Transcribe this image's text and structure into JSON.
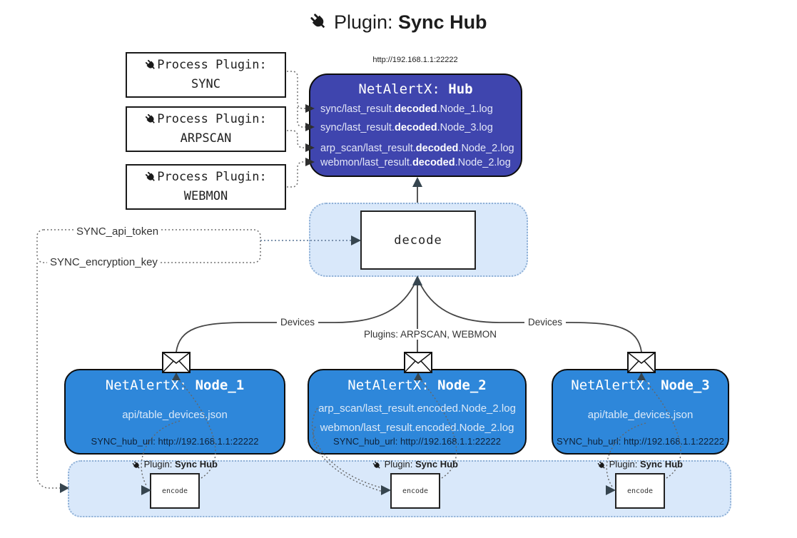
{
  "colors": {
    "hub_fill": "#3f45ae",
    "node_fill": "#2e87da",
    "panel_fill": "#d9e8fa",
    "panel_border": "#8fb0d6",
    "file_text": "#e3e6f7",
    "node_file_text": "#dbe9f8",
    "hub_url_text": "#0e2239",
    "line": "#444444",
    "dotted": "#707070",
    "arrow_dark": "#36454f"
  },
  "title": {
    "prefix": "Plugin:",
    "name": "Sync Hub"
  },
  "process_plugins": [
    {
      "label": "Process Plugin:",
      "name": "SYNC"
    },
    {
      "label": "Process Plugin:",
      "name": "ARPSCAN"
    },
    {
      "label": "Process Plugin:",
      "name": "WEBMON"
    }
  ],
  "hub": {
    "url": "http://192.168.1.1:22222",
    "title_prefix": "NetAlertX:",
    "title_name": "Hub",
    "files": [
      {
        "pre": "sync/last_result.",
        "bold": "decoded",
        "post": ".Node_1.log"
      },
      {
        "pre": "sync/last_result.",
        "bold": "decoded",
        "post": ".Node_3.log"
      },
      {
        "pre": "arp_scan/last_result.",
        "bold": "decoded",
        "post": ".Node_2.log"
      },
      {
        "pre": "webmon/last_result.",
        "bold": "decoded",
        "post": ".Node_2.log"
      }
    ]
  },
  "decode_label": "decode",
  "settings": {
    "api_token": "SYNC_api_token",
    "encryption_key": "SYNC_encryption_key"
  },
  "edge_labels": {
    "devices_left": "Devices",
    "plugins_middle": "Plugins: ARPSCAN, WEBMON",
    "devices_right": "Devices"
  },
  "nodes": [
    {
      "title_prefix": "NetAlertX:",
      "title_name": "Node_1",
      "files": [
        "api/table_devices.json"
      ],
      "hub_url": "SYNC_hub_url: http://192.168.1.1:22222"
    },
    {
      "title_prefix": "NetAlertX:",
      "title_name": "Node_2",
      "files": [
        "arp_scan/last_result.encoded.Node_2.log",
        "webmon/last_result.encoded.Node_2.log"
      ],
      "hub_url": "SYNC_hub_url: http://192.168.1.1:22222"
    },
    {
      "title_prefix": "NetAlertX:",
      "title_name": "Node_3",
      "files": [
        "api/table_devices.json"
      ],
      "hub_url": "SYNC_hub_url: http://192.168.1.1:22222"
    }
  ],
  "encoders": [
    {
      "label_prefix": "Plugin:",
      "label_name": "Sync Hub",
      "box_label": "encode"
    },
    {
      "label_prefix": "Plugin:",
      "label_name": "Sync Hub",
      "box_label": "encode"
    },
    {
      "label_prefix": "Plugin:",
      "label_name": "Sync Hub",
      "box_label": "encode"
    }
  ]
}
